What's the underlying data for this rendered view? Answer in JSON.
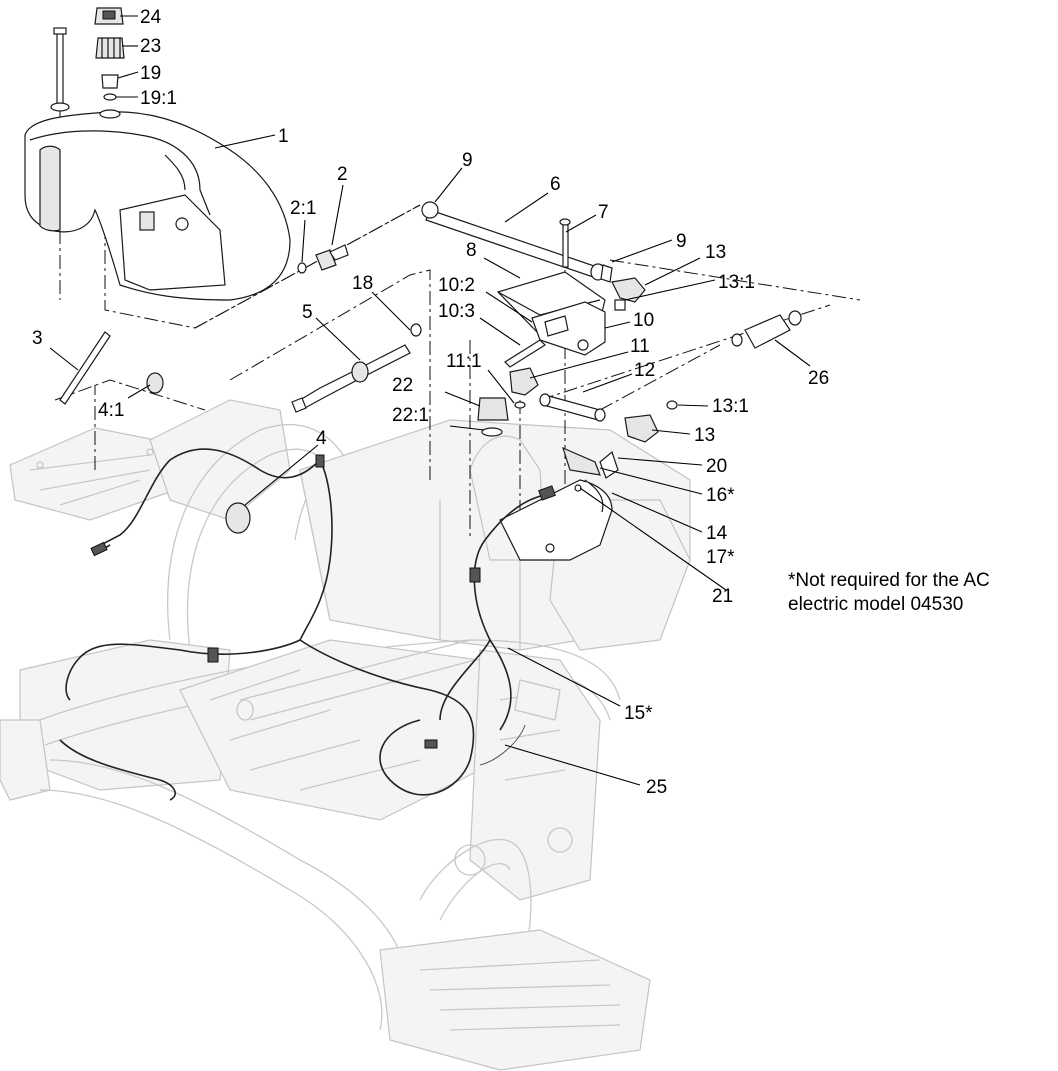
{
  "diagram": {
    "callouts": [
      {
        "id": "c24",
        "text": "24"
      },
      {
        "id": "c23",
        "text": "23"
      },
      {
        "id": "c19",
        "text": "19"
      },
      {
        "id": "c19_1",
        "text": "19:1"
      },
      {
        "id": "c1",
        "text": "1"
      },
      {
        "id": "c2",
        "text": "2"
      },
      {
        "id": "c2_1",
        "text": "2:1"
      },
      {
        "id": "c9a",
        "text": "9"
      },
      {
        "id": "c6",
        "text": "6"
      },
      {
        "id": "c7",
        "text": "7"
      },
      {
        "id": "c9b",
        "text": "9"
      },
      {
        "id": "c13a",
        "text": "13"
      },
      {
        "id": "c13_1a",
        "text": "13:1"
      },
      {
        "id": "c8",
        "text": "8"
      },
      {
        "id": "c10_2",
        "text": "10:2"
      },
      {
        "id": "c10_3",
        "text": "10:3"
      },
      {
        "id": "c10",
        "text": "10"
      },
      {
        "id": "c11",
        "text": "11"
      },
      {
        "id": "c11_1",
        "text": "11:1"
      },
      {
        "id": "c12",
        "text": "12"
      },
      {
        "id": "c18",
        "text": "18"
      },
      {
        "id": "c5",
        "text": "5"
      },
      {
        "id": "c3",
        "text": "3"
      },
      {
        "id": "c4_1",
        "text": "4:1"
      },
      {
        "id": "c22",
        "text": "22"
      },
      {
        "id": "c22_1",
        "text": "22:1"
      },
      {
        "id": "c4",
        "text": "4"
      },
      {
        "id": "c26",
        "text": "26"
      },
      {
        "id": "c13_1b",
        "text": "13:1"
      },
      {
        "id": "c13b",
        "text": "13"
      },
      {
        "id": "c20",
        "text": "20"
      },
      {
        "id": "c16",
        "text": "16*"
      },
      {
        "id": "c14",
        "text": "14"
      },
      {
        "id": "c17",
        "text": "17*"
      },
      {
        "id": "c21",
        "text": "21"
      },
      {
        "id": "c15",
        "text": "15*"
      },
      {
        "id": "c25",
        "text": "25"
      }
    ],
    "note": {
      "line1": "*Not required for the AC",
      "line2": "electric model 04530"
    }
  }
}
